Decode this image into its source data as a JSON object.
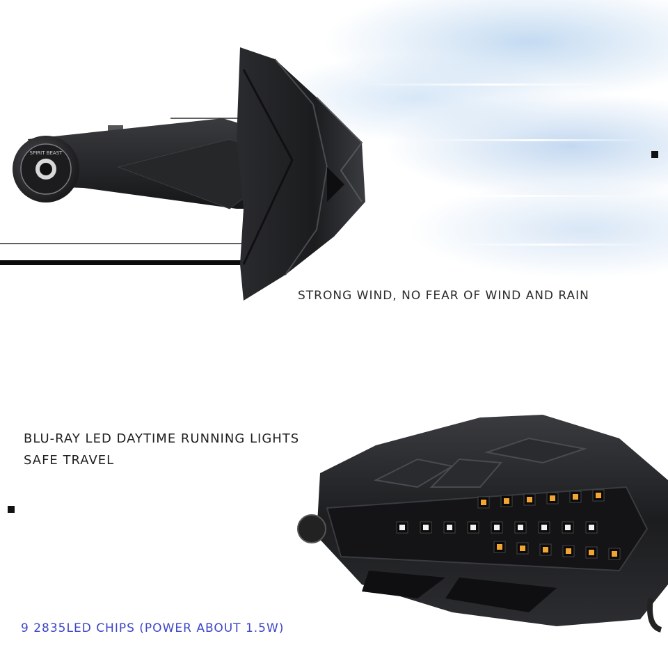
{
  "captions": {
    "wind": "STRONG WIND, NO FEAR OF WIND AND RAIN",
    "led_line1": "BLU-RAY LED DAYTIME RUNNING LIGHTS",
    "led_line2": "SAFE TRAVEL",
    "chips": "9 2835LED CHIPS (POWER ABOUT 1.5W)"
  },
  "colors": {
    "caption_text": "#2b2b2b",
    "chips_text": "#3d45c8",
    "guard_body": "#1f2022",
    "led_amber": "#f2a531",
    "led_white": "#f2f2f2"
  },
  "product_logo_text": "SPIRIT BEAST",
  "icons": [
    "bullet-square-icon"
  ]
}
